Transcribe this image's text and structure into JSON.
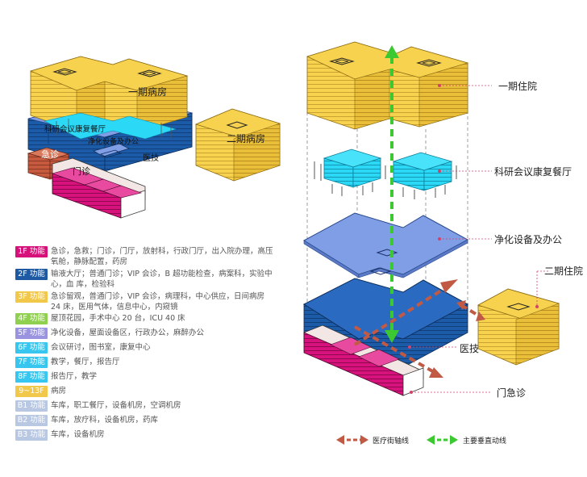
{
  "left_labels": {
    "ward_phase1": "一期病房",
    "ward_phase2": "二期病房",
    "research": "科研会议康复餐厅",
    "purify": "净化设备及办公",
    "medtech": "医技",
    "emergency": "急诊",
    "outpatient": "门诊"
  },
  "right_labels": {
    "ward_phase1": "一期住院",
    "research": "科研会议康复餐厅",
    "purify": "净化设备及办公",
    "ward_phase2": "二期住院",
    "medtech": "医技",
    "clinic": "门急诊"
  },
  "colors": {
    "yellow": "#f5d04c",
    "cyan": "#22d8f5",
    "lightblue": "#7f9ee6",
    "darkblue": "#1b5aa6",
    "magenta": "#d6117a",
    "brick": "#c65a3e",
    "arrow_red": "#c05a45",
    "arrow_green": "#3cc831"
  },
  "legend": [
    {
      "badge": "1F 功能",
      "color": "#d6117a",
      "text": "急诊，急救；门诊，门厅，放射科，行政门厅，出入院办理，高压氧舱，静脉配置，药房"
    },
    {
      "badge": "2F 功能",
      "color": "#1d5aa3",
      "text": "输液大厅；普通门诊；VIP 会诊，B 超功能检查，病案科，实验中心，血 库，检验科"
    },
    {
      "badge": "3F 功能",
      "color": "#f2c84a",
      "text": "急诊留观，普通门诊，VIP 会诊，病理科，中心供应，日间病房 24 床，医用气体，信息中心，内窥镜"
    },
    {
      "badge": "4F 功能",
      "color": "#8fd14f",
      "text": "屋顶花园，手术中心 20 台，ICU 40 床"
    },
    {
      "badge": "5F 功能",
      "color": "#9a93e0",
      "text": "净化设备，屋面设备区，行政办公，麻醉办公"
    },
    {
      "badge": "6F 功能",
      "color": "#37c6ef",
      "text": "会议研讨，图书室，康复中心"
    },
    {
      "badge": "7F 功能",
      "color": "#37c6ef",
      "text": "教学，餐厅，报告厅"
    },
    {
      "badge": "8F 功能",
      "color": "#37c6ef",
      "text": "报告厅，教学"
    },
    {
      "badge": "9~13F",
      "color": "#f2c84a",
      "text": "病房"
    },
    {
      "badge": "B1 功能",
      "color": "#b8c7e2",
      "text": "车库，职工餐厅，设备机房，空调机房"
    },
    {
      "badge": "B2 功能",
      "color": "#b8c7e2",
      "text": "车库，放疗科，设备机房，药库"
    },
    {
      "badge": "B3 功能",
      "color": "#b8c7e2",
      "text": "车库，设备机房"
    }
  ],
  "arrow_legend": {
    "red": "医疗街轴线",
    "green": "主要垂直动线"
  }
}
